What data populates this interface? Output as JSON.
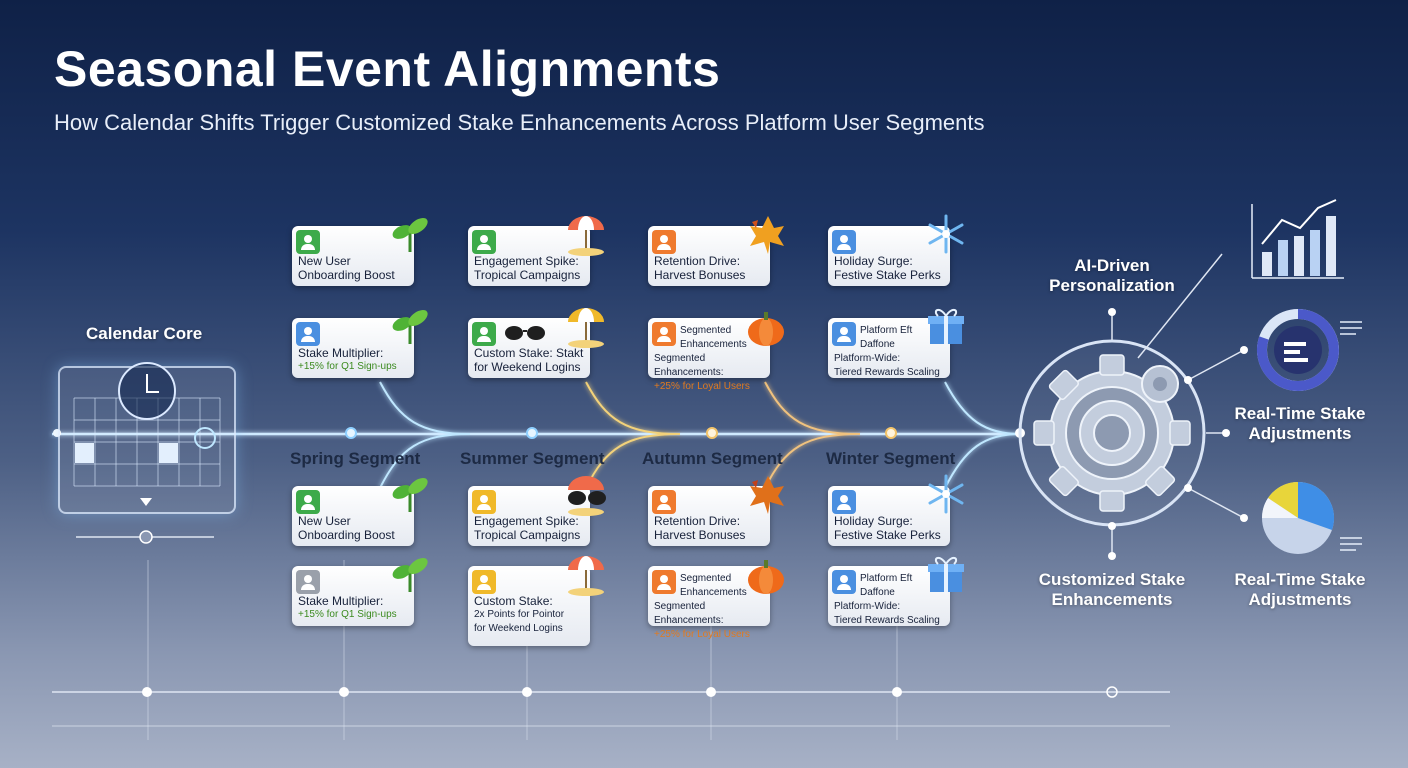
{
  "header": {
    "title": "Seasonal Event Alignments",
    "subtitle": "How Calendar Shifts Trigger Customized Stake Enhancements Across Platform User Segments"
  },
  "calendar": {
    "label": "Calendar Core"
  },
  "segments": [
    {
      "label": "Spring Segment",
      "top_cards": [
        {
          "lines": [
            "New User",
            "Onboarding Boost"
          ],
          "badge": "#3daa4a",
          "icon": "sprout-icon"
        },
        {
          "lines": [
            "Stake Multiplier:",
            "+15% for Q1 Sign-ups"
          ],
          "badge": "#4a8fe0",
          "icon": "sprout-icon"
        }
      ],
      "bottom_cards": [
        {
          "lines": [
            "New User",
            "Onboarding Boost"
          ],
          "badge": "#3daa4a",
          "icon": "sprout-icon"
        },
        {
          "lines": [
            "Stake Multiplier:",
            "+15% for Q1 Sign-ups"
          ],
          "badge": "#9aa0aa",
          "icon": "sprout-icon"
        }
      ]
    },
    {
      "label": "Summer Segment",
      "top_cards": [
        {
          "lines": [
            "Engagement Spike:",
            "Tropical Campaigns"
          ],
          "badge": "#3daa4a",
          "icon": "beach-umbrella-icon"
        },
        {
          "lines": [
            "Custom Stake: Stakt",
            "for Weekend Logins"
          ],
          "badge": "#3daa4a",
          "icon": "sunglasses-icon"
        }
      ],
      "bottom_cards": [
        {
          "lines": [
            "Engagement Spike:",
            "Tropical Campaigns"
          ],
          "badge": "#f0b92a",
          "icon": "sunglasses-icon"
        },
        {
          "lines": [
            "Custom Stake:",
            "2x Points for Pointor",
            "for Weekend Logins"
          ],
          "badge": "#f0b92a",
          "icon": "beach-umbrella-icon"
        }
      ]
    },
    {
      "label": "Autumn Segment",
      "top_cards": [
        {
          "lines": [
            "Retention Drive:",
            "Harvest Bonuses"
          ],
          "badge": "#ef7a2e",
          "icon": "autumn-leaf-icon"
        },
        {
          "lines": [
            "Segmented",
            "Enhancements",
            "Segmented Enhancements:",
            "+25% for Loyal Users"
          ],
          "badge": "#ef7a2e",
          "icon": "pumpkin-icon"
        }
      ],
      "bottom_cards": [
        {
          "lines": [
            "Retention Drive:",
            "Harvest Bonuses"
          ],
          "badge": "#ef7a2e",
          "icon": "autumn-leaf-icon"
        },
        {
          "lines": [
            "Segmented",
            "Enhancements",
            "Segmented Enhancements:",
            "+25% for Loyal Users"
          ],
          "badge": "#ef7a2e",
          "icon": "pumpkin-icon"
        }
      ]
    },
    {
      "label": "Winter Segment",
      "top_cards": [
        {
          "lines": [
            "Holiday Surge:",
            "Festive Stake Perks"
          ],
          "badge": "#4a8fe0",
          "icon": "snowflake-icon"
        },
        {
          "lines": [
            "Platform Eft",
            "Daffone",
            "Platform-Wide:",
            "Tiered Rewards Scaling"
          ],
          "badge": "#4a8fe0",
          "icon": "gift-icon"
        }
      ],
      "bottom_cards": [
        {
          "lines": [
            "Holiday Surge:",
            "Festive Stake Perks"
          ],
          "badge": "#4a8fe0",
          "icon": "snowflake-icon"
        },
        {
          "lines": [
            "Platform Eft",
            "Daffone",
            "Platform-Wide:",
            "Tiered Rewards Scaling"
          ],
          "badge": "#4a8fe0",
          "icon": "gift-icon"
        }
      ]
    }
  ],
  "engine": {
    "ai_label": "AI-Driven Personalization",
    "customized_label": "Customized Stake Enhancements",
    "realtime_label_1": "Real-Time Stake Adjustments",
    "realtime_label_2": "Real-Time Stake Adjustments"
  },
  "colors": {
    "line_glow": "#bfe7ff",
    "summer_line": "#f3d27a",
    "autumn_line": "#f0c27e",
    "accent_blue": "#4a8fe0"
  }
}
